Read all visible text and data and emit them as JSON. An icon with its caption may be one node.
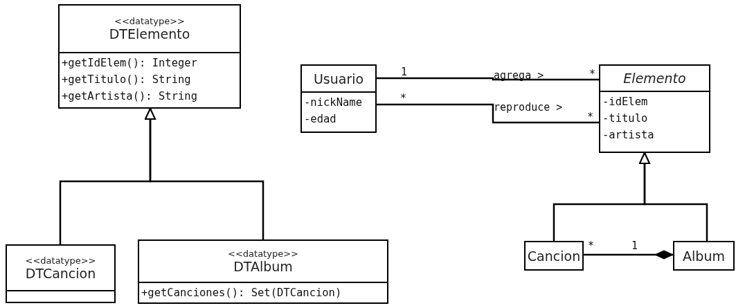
{
  "diagram": {
    "nodes": [
      {
        "text": [
          "<<datatype>>",
          "DTElemento",
          "+getIdElem(): Integer",
          "+getTitulo(): String",
          "+getArtista(): String"
        ]
      },
      {
        "text": [
          "<<datatype>>",
          "DTCancion"
        ]
      },
      {
        "text": [
          "<<datatype>>",
          "DTAlbum",
          "+getCanciones(): Set(DTCancion)"
        ]
      },
      {
        "text": [
          "Usuario",
          "-nickName",
          "-edad"
        ]
      },
      {
        "text": [
          "Elemento",
          "-idElem",
          "-titulo",
          "-artista"
        ]
      },
      {
        "text": [
          "Cancion"
        ]
      },
      {
        "text": [
          "Album"
        ]
      }
    ],
    "edges": [
      {
        "from": 1,
        "to": 0,
        "arrow": "to"
      },
      {
        "from": 2,
        "to": 0,
        "arrow": "to"
      },
      {
        "from": 3,
        "to": 4,
        "arrow": "none",
        "label": "agrega >"
      },
      {
        "from": 3,
        "to": 4,
        "arrow": "none",
        "label": "reproduce >"
      },
      {
        "from": 5,
        "to": 4,
        "arrow": "to"
      },
      {
        "from": 6,
        "to": 4,
        "arrow": "to"
      },
      {
        "from": 5,
        "to": 6,
        "arrow": "other"
      }
    ],
    "labels": [
      "1",
      "*",
      "*",
      "*",
      "*",
      "1"
    ]
  }
}
